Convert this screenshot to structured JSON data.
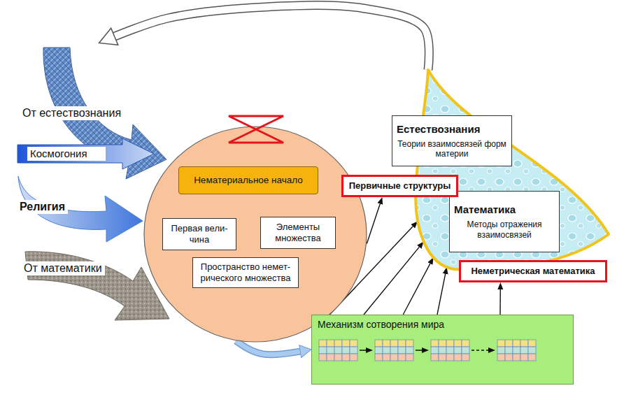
{
  "diagram": {
    "nodes": [
      {
        "text": [
          "От естествознания"
        ]
      },
      {
        "text": [
          "Космогония"
        ]
      },
      {
        "text": [
          "Религия"
        ]
      },
      {
        "text": [
          "От математики"
        ]
      },
      {
        "text": []
      },
      {
        "text": [
          "Нематериальное начало"
        ],
        "in": 4
      },
      {
        "text": [
          "Первая вели- чина"
        ],
        "in": 4
      },
      {
        "text": [
          "Элементы множества"
        ],
        "in": 4
      },
      {
        "text": [
          "Пространство немет- рического множества"
        ],
        "in": 4
      },
      {
        "text": []
      },
      {
        "text": [
          "Естествознания",
          "Теории взаимосвязей форм материи"
        ],
        "in": 9
      },
      {
        "text": [
          "Математика",
          "Методы отражения взаимосвязей"
        ],
        "in": 9
      },
      {
        "text": [
          "Первичные структуры"
        ]
      },
      {
        "text": [
          "Неметрическая математика"
        ]
      },
      {
        "text": [
          "Механизм сотворения мира"
        ]
      }
    ],
    "edges": [
      {
        "from": 4,
        "to": 12,
        "arrow": "to"
      },
      {
        "from": 14,
        "to": 9,
        "arrow": "to"
      },
      {
        "from": 14,
        "to": 9,
        "arrow": "to"
      },
      {
        "from": 14,
        "to": 9,
        "arrow": "to"
      },
      {
        "from": 14,
        "to": 9,
        "arrow": "to"
      },
      {
        "from": 14,
        "to": 13,
        "arrow": "to"
      },
      {
        "from": 4,
        "to": 14,
        "arrow": "to"
      },
      {
        "from": 9,
        "to": 0,
        "arrow": "to"
      }
    ]
  }
}
